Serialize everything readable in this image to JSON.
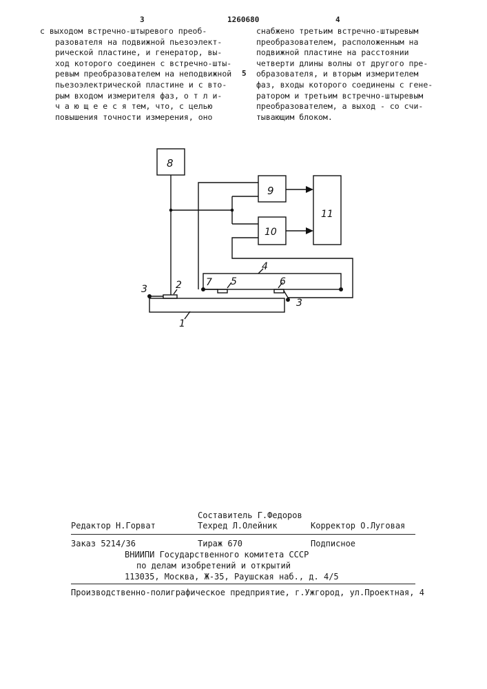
{
  "header": {
    "page_left": "3",
    "patent_number": "1260680",
    "page_right": "4"
  },
  "col_left": [
    "с выходом встречно-штыревого преоб-",
    "разователя на подвижной пьезоэлект-",
    "рической пластине, и генератор, вы-",
    "ход которого соединен с встречно-шты-",
    "ревым преобразователем на неподвижной",
    "пьезоэлектрической пластине и с вто-",
    "рым входом измерителя фаз, о т л и-",
    "ч а ю щ е е с я  тем, что, с целью",
    "повышения точности измерения, оно"
  ],
  "margin_line_number": "5",
  "col_right": [
    "снабжено третьим встречно-штыревым",
    "преобразователем, расположенным на",
    "подвижной пластине на расстоянии",
    "четверти длины волны от другого пре-",
    "образователя, и вторым измерителем",
    "фаз, входы которого соединены с гене-",
    "ратором и третьим встречно-штыревым",
    "преобразователем, а выход - со счи-",
    "тывающим блоком."
  ],
  "diagram_labels": {
    "l1": "1",
    "l2": "2",
    "l3a": "3",
    "l3b": "3",
    "l4": "4",
    "l5": "5",
    "l6": "6",
    "l7": "7",
    "l8": "8",
    "l9": "9",
    "l10": "10",
    "l11": "11"
  },
  "colophon": {
    "editor": "Редактор Н.Горват",
    "compiler": "Составитель Г.Федоров",
    "techred": "Техред Л.Олейник",
    "corrector": "Корректор О.Луговая",
    "order": "Заказ 5214/36",
    "circulation": "Тираж 670",
    "subscription": "Подписное",
    "org1": "ВНИИПИ Государственного комитета СССР",
    "org2": "по делам изобретений и открытий",
    "address": "113035, Москва, Ж-35, Раушская наб., д. 4/5",
    "printer": "Производственно-полиграфическое предприятие, г.Ужгород, ул.Проектная, 4"
  }
}
